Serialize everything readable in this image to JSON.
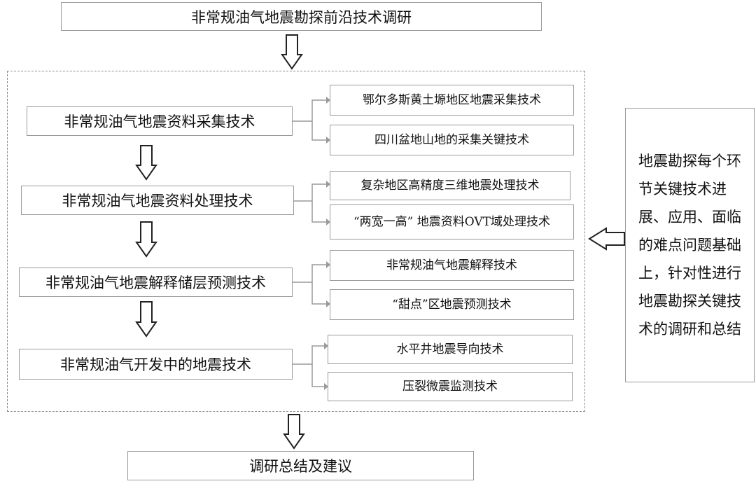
{
  "top": {
    "title": "非常规油气地震勘探前沿技术调研"
  },
  "groups": [
    {
      "title": "非常规油气地震资料采集技术",
      "items": [
        "鄂尔多斯黄土塬地区地震采集技术",
        "四川盆地山地的采集关键技术"
      ]
    },
    {
      "title": "非常规油气地震资料处理技术",
      "items": [
        "复杂地区高精度三维地震处理技术",
        "“两宽一高” 地震资料OVT域处理技术"
      ]
    },
    {
      "title": "非常规油气地震解释储层预测技术",
      "items": [
        "非常规油气地震解释技术",
        "“甜点”区地震预测技术"
      ]
    },
    {
      "title": "非常规油气开发中的地震技术",
      "items": [
        "水平井地震导向技术",
        "压裂微震监测技术"
      ]
    }
  ],
  "side": {
    "text": "地震勘探每个环节关键技术进展、应用、面临的难点问题基础上，针对性进行地震勘探关键技术的调研和总结"
  },
  "bottom": {
    "title": "调研总结及建议"
  }
}
